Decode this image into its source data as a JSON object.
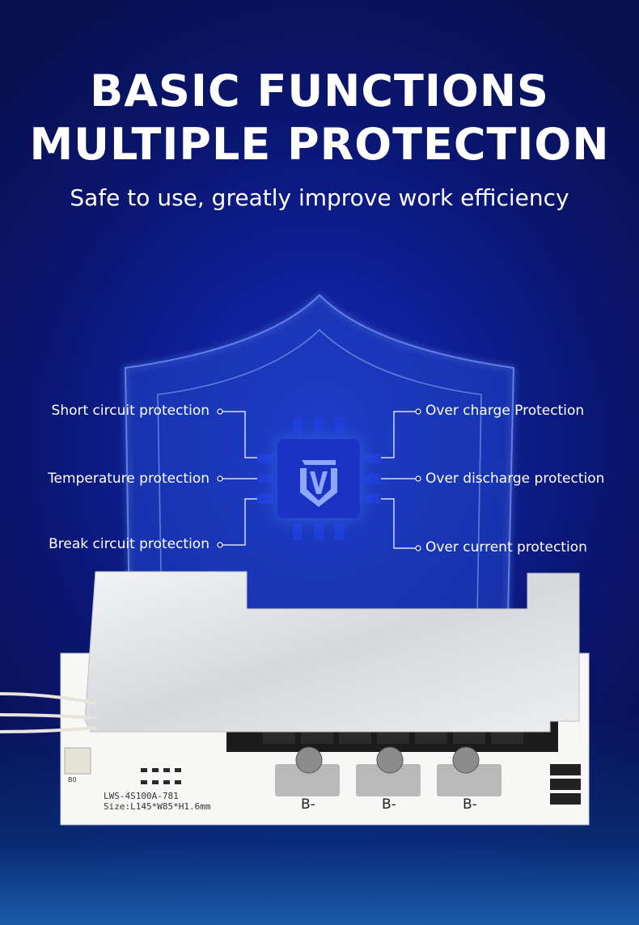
{
  "header": {
    "title_line1": "BASIC FUNCTIONS",
    "title_line2": "MULTIPLE PROTECTION",
    "subtitle": "Safe to use, greatly improve work efficiency"
  },
  "protections": {
    "left": [
      {
        "label": "Short circuit protection"
      },
      {
        "label": "Temperature protection"
      },
      {
        "label": "Break circuit protection"
      }
    ],
    "right": [
      {
        "label": "Over charge Protection"
      },
      {
        "label": "Over discharge protection"
      },
      {
        "label": "Over current protection"
      }
    ]
  },
  "board": {
    "model": "LWS-4S100A-781",
    "size": "Size:L145*W85*H1.6mm",
    "terminal_labels": [
      "B-",
      "B-",
      "B-"
    ],
    "silkscreen": "B0"
  },
  "colors": {
    "background": "#0a1670",
    "chip": "#1a33c4",
    "text": "#ffffff"
  }
}
